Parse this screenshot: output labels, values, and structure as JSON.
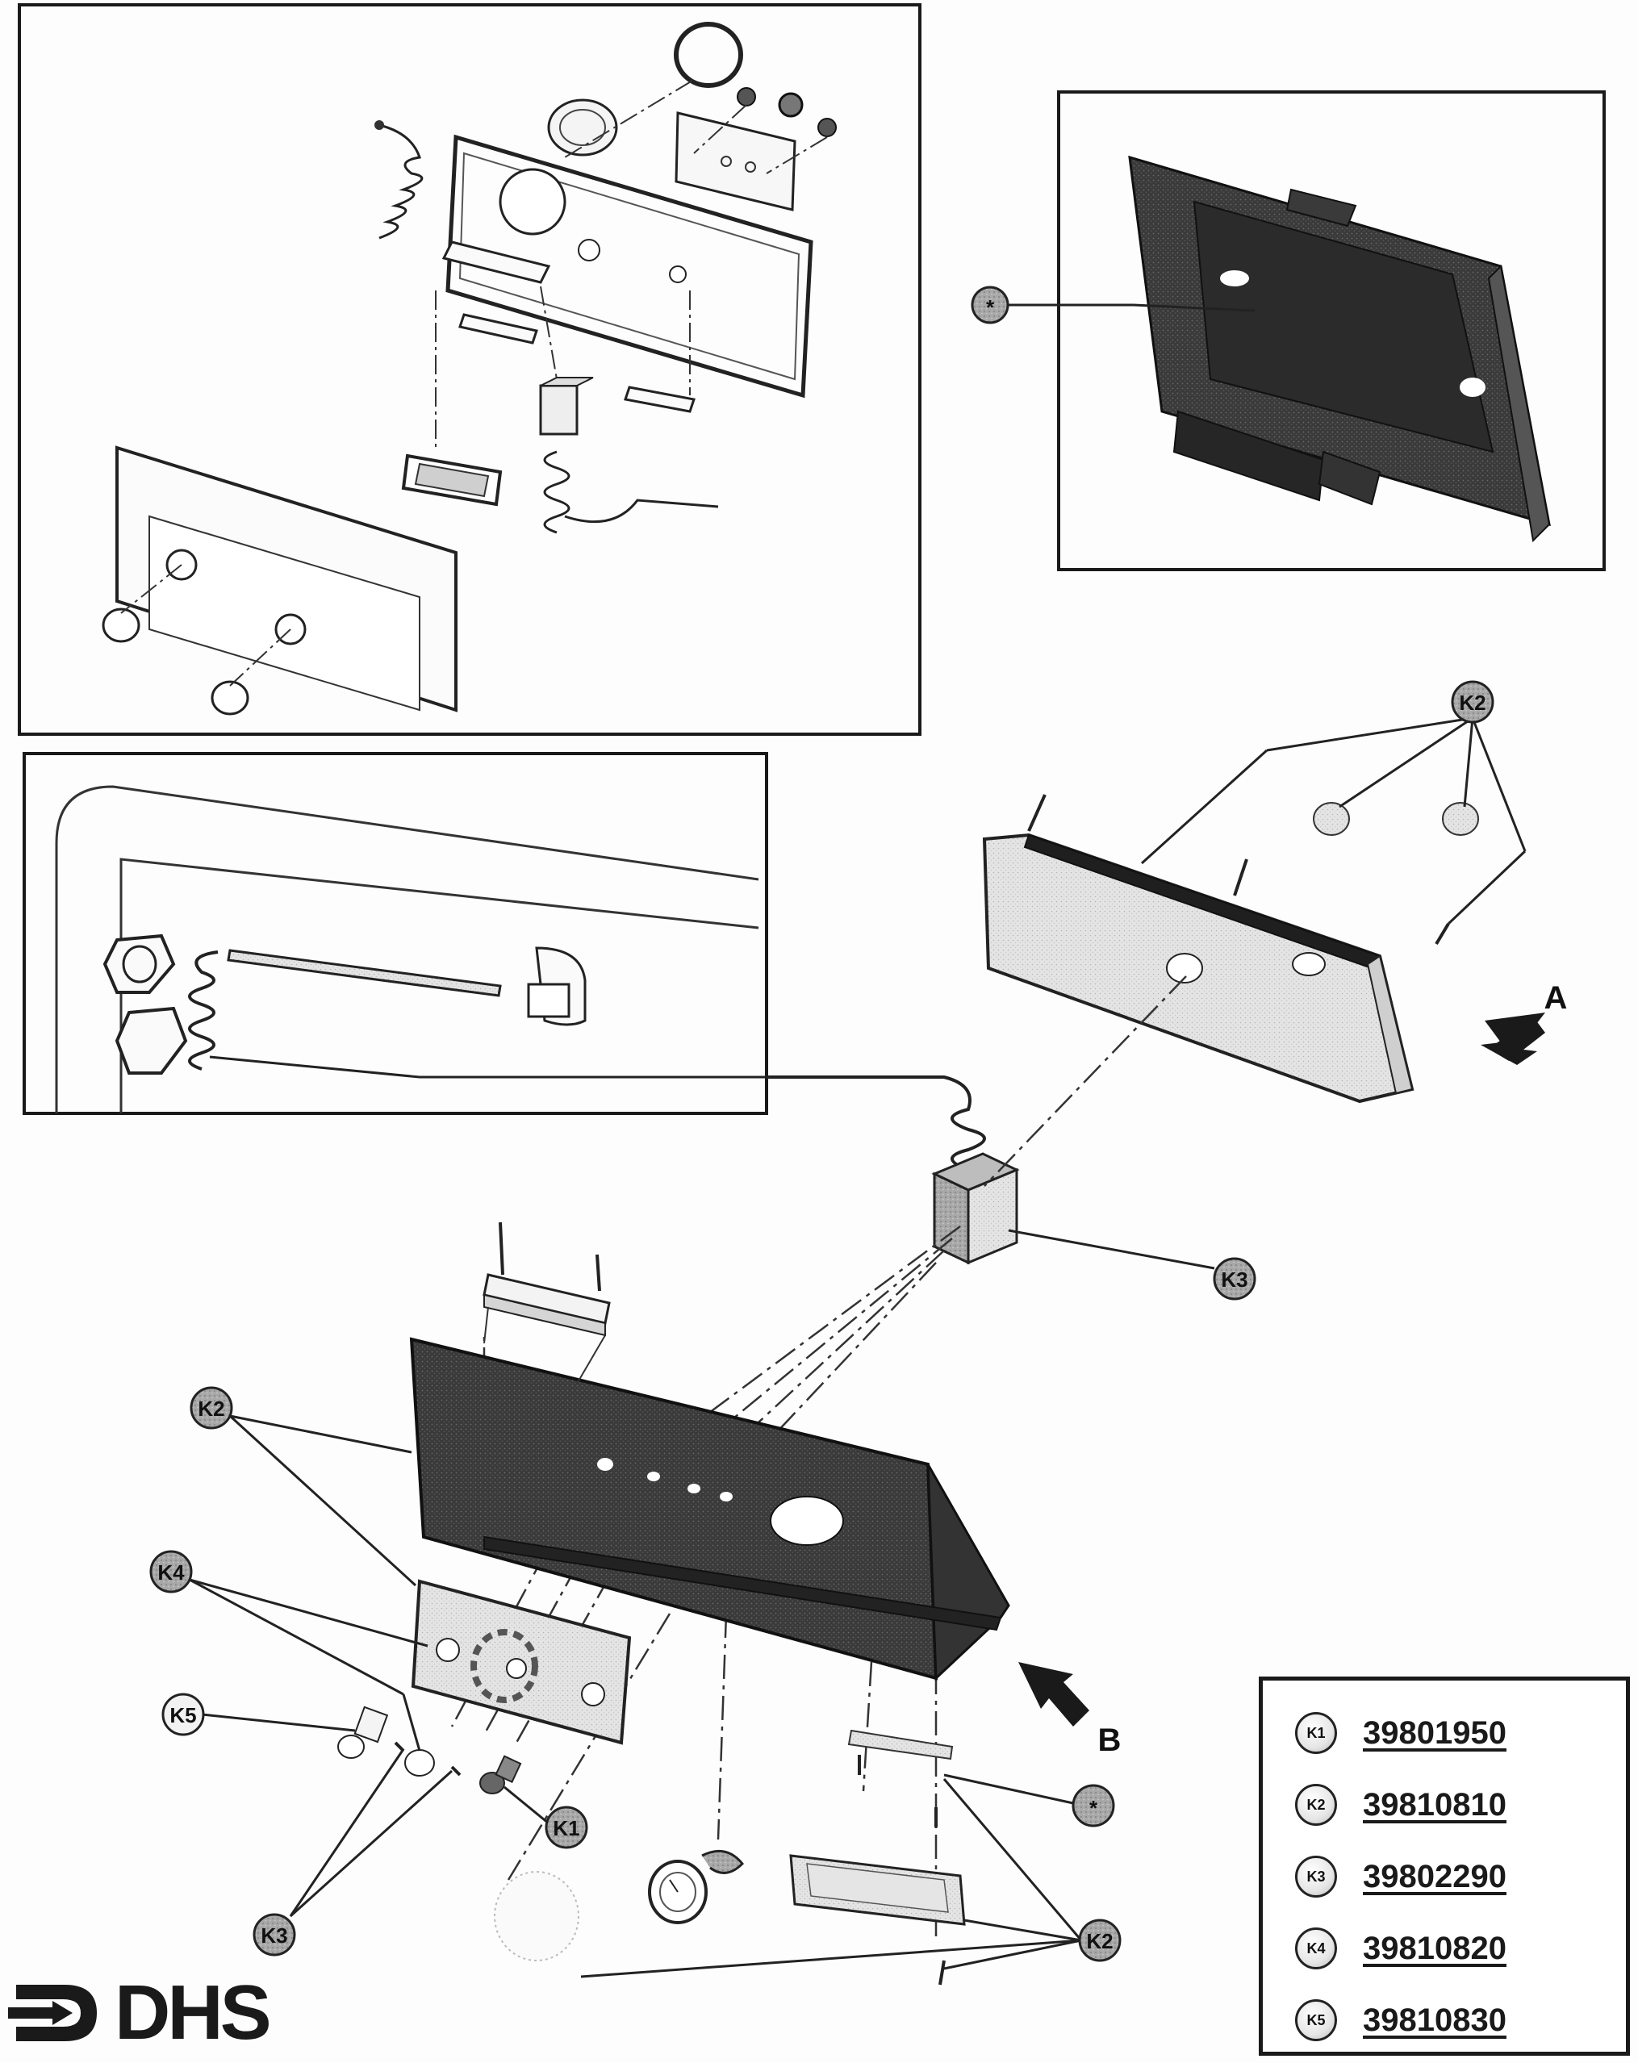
{
  "callouts": {
    "k1": "K1",
    "k2": "K2",
    "k3": "K3",
    "k4": "K4",
    "k5": "K5",
    "asterisk": "*"
  },
  "view_arrows": {
    "a": "A",
    "b": "B"
  },
  "legend": [
    {
      "badge": "K1",
      "code": "39801950"
    },
    {
      "badge": "K2",
      "code": "39810810"
    },
    {
      "badge": "K3",
      "code": "39802290"
    },
    {
      "badge": "K4",
      "code": "39810820"
    },
    {
      "badge": "K5",
      "code": "39810830"
    }
  ],
  "logo": {
    "text": "DHS",
    "icon": "dhs-arrow-logo-icon"
  },
  "colors": {
    "dark_panel": "#2f2f2f",
    "light_panel": "#d9d9d9",
    "line": "#1a1a1a"
  }
}
